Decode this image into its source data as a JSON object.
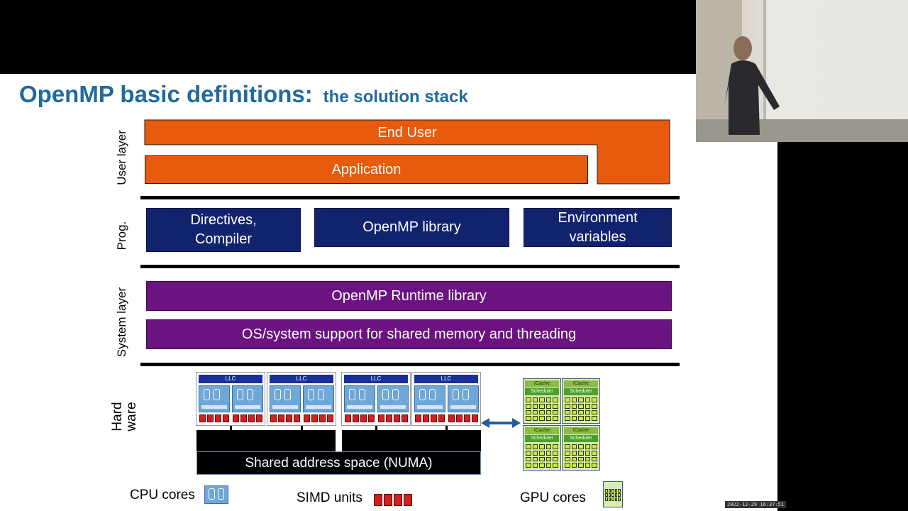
{
  "title": {
    "main": "OpenMP basic definitions:",
    "sub": "the solution stack"
  },
  "layers": {
    "user": "User layer",
    "prog": "Prog.",
    "system": "System layer",
    "hardware": [
      "Hard",
      "ware"
    ]
  },
  "user_layer": {
    "end_user": "End User",
    "application": "Application"
  },
  "prog_layer": {
    "directives": [
      "Directives,",
      "Compiler"
    ],
    "library": "OpenMP library",
    "env": [
      "Environment",
      "variables"
    ]
  },
  "system_layer": {
    "runtime": "OpenMP Runtime library",
    "os": "OS/system support for shared memory and threading"
  },
  "hardware": {
    "llc_label": "LLC",
    "numa": "Shared address space (NUMA)",
    "gpu_icache": "ICache",
    "gpu_scheduler": "Scheduler"
  },
  "legend": {
    "cpu": "CPU cores",
    "simd": "SIMD units",
    "gpu": "GPU cores"
  },
  "video": {
    "timestamp": "2022-12-29 16:37:51"
  },
  "colors": {
    "title": "#1f6a9e",
    "orange": "#e85a0c",
    "navy": "#12236e",
    "purple": "#6b1380",
    "arrow": "#1f5fa0"
  }
}
